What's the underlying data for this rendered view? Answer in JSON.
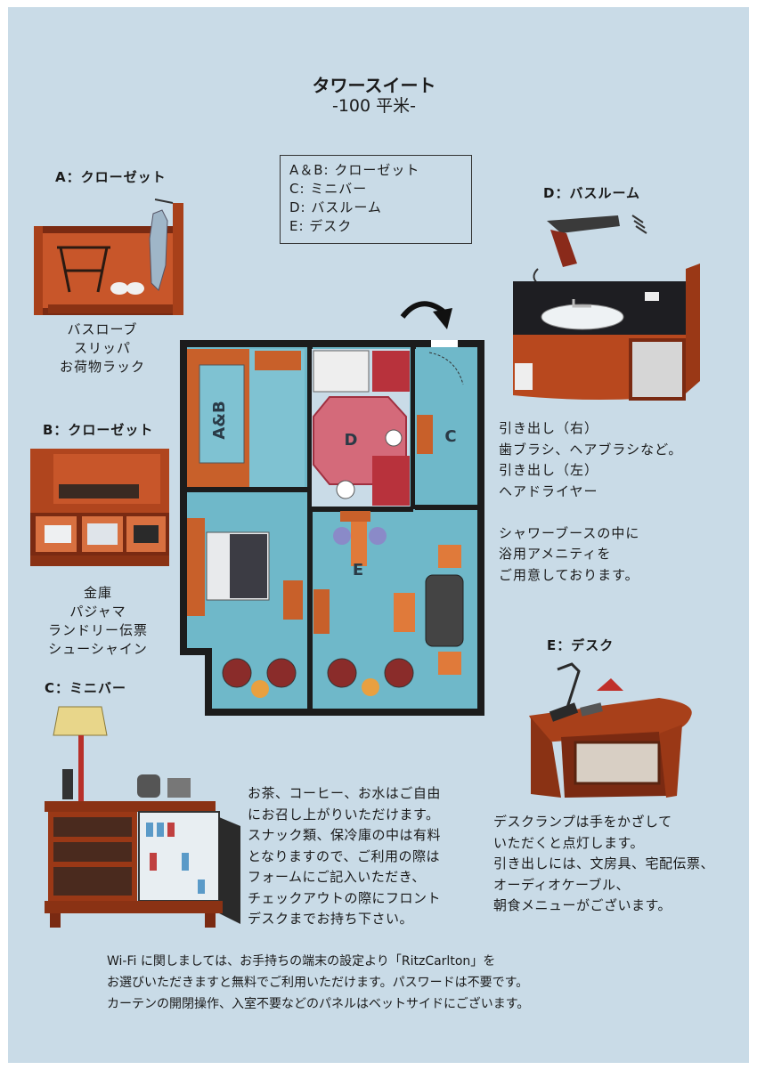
{
  "header": {
    "title": "タワースイート",
    "subtitle": "-100 平米-"
  },
  "legend": [
    "A＆B: クローゼット",
    "C: ミニバー",
    "D: バスルーム",
    "E: デスク"
  ],
  "section_a": {
    "heading": "A：クローゼット",
    "items": [
      "バスローブ",
      "スリッパ",
      "お荷物ラック"
    ]
  },
  "section_b": {
    "heading": "B：クローゼット",
    "items": [
      "金庫",
      "パジャマ",
      "ランドリー伝票",
      "シューシャイン"
    ]
  },
  "section_c": {
    "heading": "C：ミニバー",
    "text": [
      "お茶、コーヒー、お水はご自由",
      "にお召し上がりいただけます。",
      "スナック類、保冷庫の中は有料",
      "となりますので、ご利用の際は",
      "フォームにご記入いただき、",
      "チェックアウトの際にフロント",
      "デスクまでお持ち下さい。"
    ]
  },
  "section_d": {
    "heading": "D：バスルーム",
    "text": [
      "引き出し（右）",
      "歯ブラシ、ヘアブラシなど。",
      "引き出し（左）",
      "ヘアドライヤー",
      "",
      "シャワーブースの中に",
      "浴用アメニティを",
      "ご用意しております。"
    ]
  },
  "section_e": {
    "heading": "E：デスク",
    "text": [
      "デスクランプは手をかざして",
      "いただくと点灯します。",
      "引き出しには、文房具、宅配伝票、",
      "オーディオケーブル、",
      "朝食メニューがございます。"
    ]
  },
  "floorplan": {
    "labels": {
      "ab": "A&B",
      "c": "C",
      "d": "D",
      "e": "E"
    }
  },
  "footer": {
    "lines": [
      "Wi-Fi に関しましては、お手持ちの端末の設定より「RitzCarlton」を",
      "お選びいただきますと無料でご利用いただけます。パスワードは不要です。",
      "カーテンの開閉操作、入室不要などのパネルはベットサイドにございます。"
    ]
  },
  "colors": {
    "background": "#c9dbe7",
    "wood": "#b8481e",
    "room_blue": "#6fb8c9",
    "wall": "#1c1c1c",
    "bath_red": "#b8323c"
  }
}
